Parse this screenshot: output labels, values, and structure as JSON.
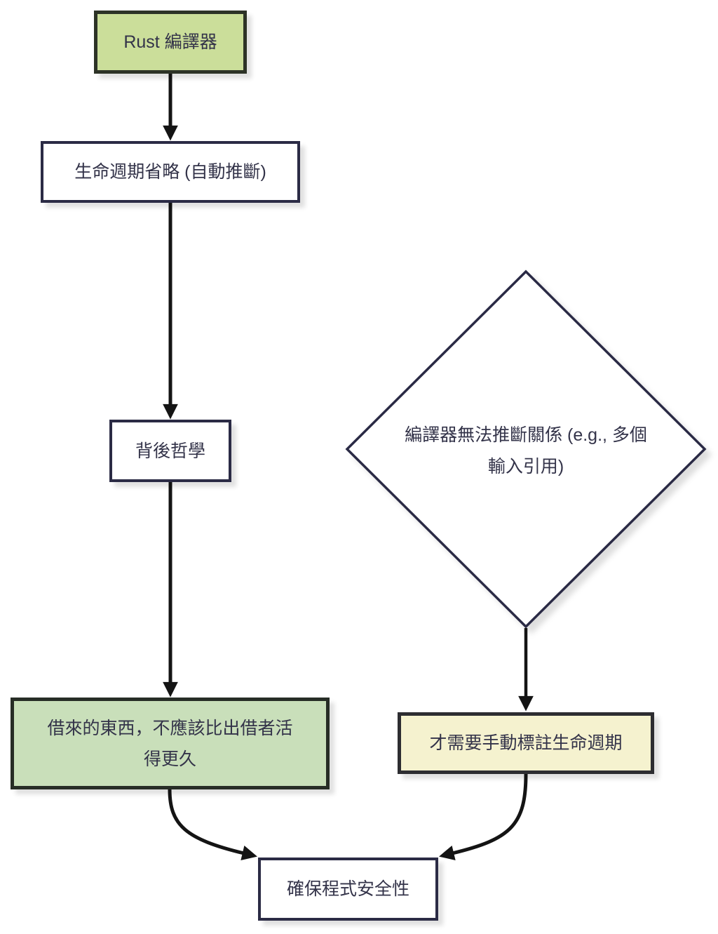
{
  "nodes": {
    "rust_compiler": {
      "shape": "rect",
      "fill": "#cbde9a",
      "label": "Rust 編譯器"
    },
    "lifetime_elision": {
      "shape": "rect",
      "fill": "#ffffff",
      "label": "生命週期省略 (自動推斷)"
    },
    "philosophy": {
      "shape": "rect",
      "fill": "#ffffff",
      "label": "背後哲學"
    },
    "borrow_rule": {
      "shape": "rect",
      "fill": "#c9dfba",
      "label": "借來的東西，不應該比出借者活得更久",
      "lines": [
        "借來的東西，不應該比出借者活",
        "得更久"
      ]
    },
    "cannot_infer": {
      "shape": "diamond",
      "fill": "#ffffff",
      "label": "編譯器無法推斷關係 (e.g., 多個輸入引用)",
      "lines": [
        "編譯器無法推斷關係 (e.g., 多個",
        "輸入引用)"
      ]
    },
    "manual_annotation": {
      "shape": "rect",
      "fill": "#f5f2cf",
      "label": "才需要手動標註生命週期"
    },
    "program_safety": {
      "shape": "rect",
      "fill": "#ffffff",
      "label": "確保程式安全性"
    }
  },
  "edges": [
    {
      "from": "rust_compiler",
      "to": "lifetime_elision"
    },
    {
      "from": "lifetime_elision",
      "to": "philosophy"
    },
    {
      "from": "philosophy",
      "to": "borrow_rule"
    },
    {
      "from": "cannot_infer",
      "to": "manual_annotation"
    },
    {
      "from": "borrow_rule",
      "to": "program_safety"
    },
    {
      "from": "manual_annotation",
      "to": "program_safety"
    }
  ],
  "colors": {
    "background": "#ffffff",
    "node_border_navy": "#2b2b45",
    "green_fill": "#cbde9a",
    "soft_green_fill": "#c9dfba",
    "yellow_fill": "#f5f2cf",
    "white_fill": "#ffffff",
    "arrow": "#141414",
    "text": "#333349"
  }
}
